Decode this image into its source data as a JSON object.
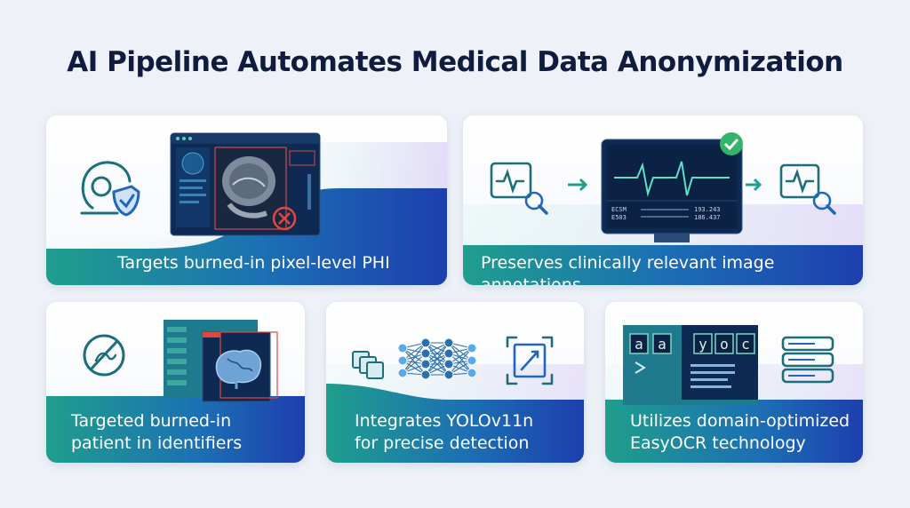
{
  "title": "AI Pipeline Automates Medical Data Anonymization",
  "cards": [
    {
      "lines": [
        "Targets burned-in pixel-level PHI"
      ]
    },
    {
      "lines": [
        "Preserves clinically relevant image annotations"
      ]
    },
    {
      "lines": [
        "Targeted burned-in",
        "patient in identifiers"
      ]
    },
    {
      "lines": [
        "Integrates YOLOv11n",
        "for precise detection"
      ]
    },
    {
      "lines": [
        "Utilizes domain-optimized",
        "EasyOCR technology"
      ]
    }
  ],
  "monitor": {
    "row1_label": "ECSM",
    "row1_value": "193.243",
    "row2_label": "E503",
    "row2_value": "186.437"
  },
  "ocr_tiles": [
    "a",
    "a",
    "y",
    "o",
    "c"
  ],
  "colors": {
    "title": "#101c3d",
    "gradient_start": "#1f9e8c",
    "gradient_end": "#1d3fae",
    "icon_stroke": "#1b6e7a",
    "check_green": "#34b36a",
    "remove_red": "#e0483e"
  }
}
